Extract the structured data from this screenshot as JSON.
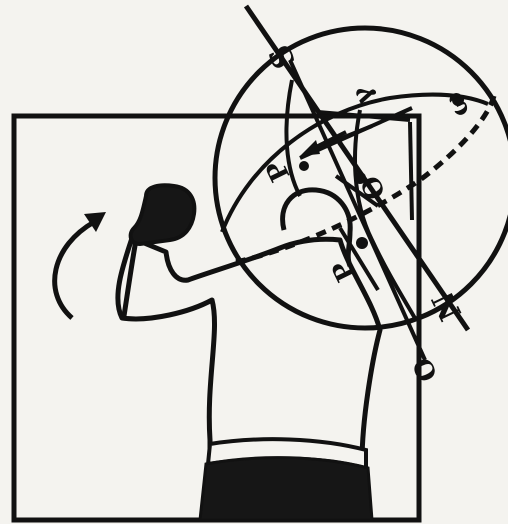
{
  "labels": {
    "south": "S",
    "north": "N",
    "observer": "O",
    "omega_top": "ω",
    "gamma": "γ",
    "p_upper": "P",
    "p_lower": "P",
    "bottom_o": "O"
  },
  "colors": {
    "ink": "#111111",
    "paper": "#f4f3ef"
  },
  "icons": {
    "rotation_arrow": "curved-arrow-icon"
  }
}
